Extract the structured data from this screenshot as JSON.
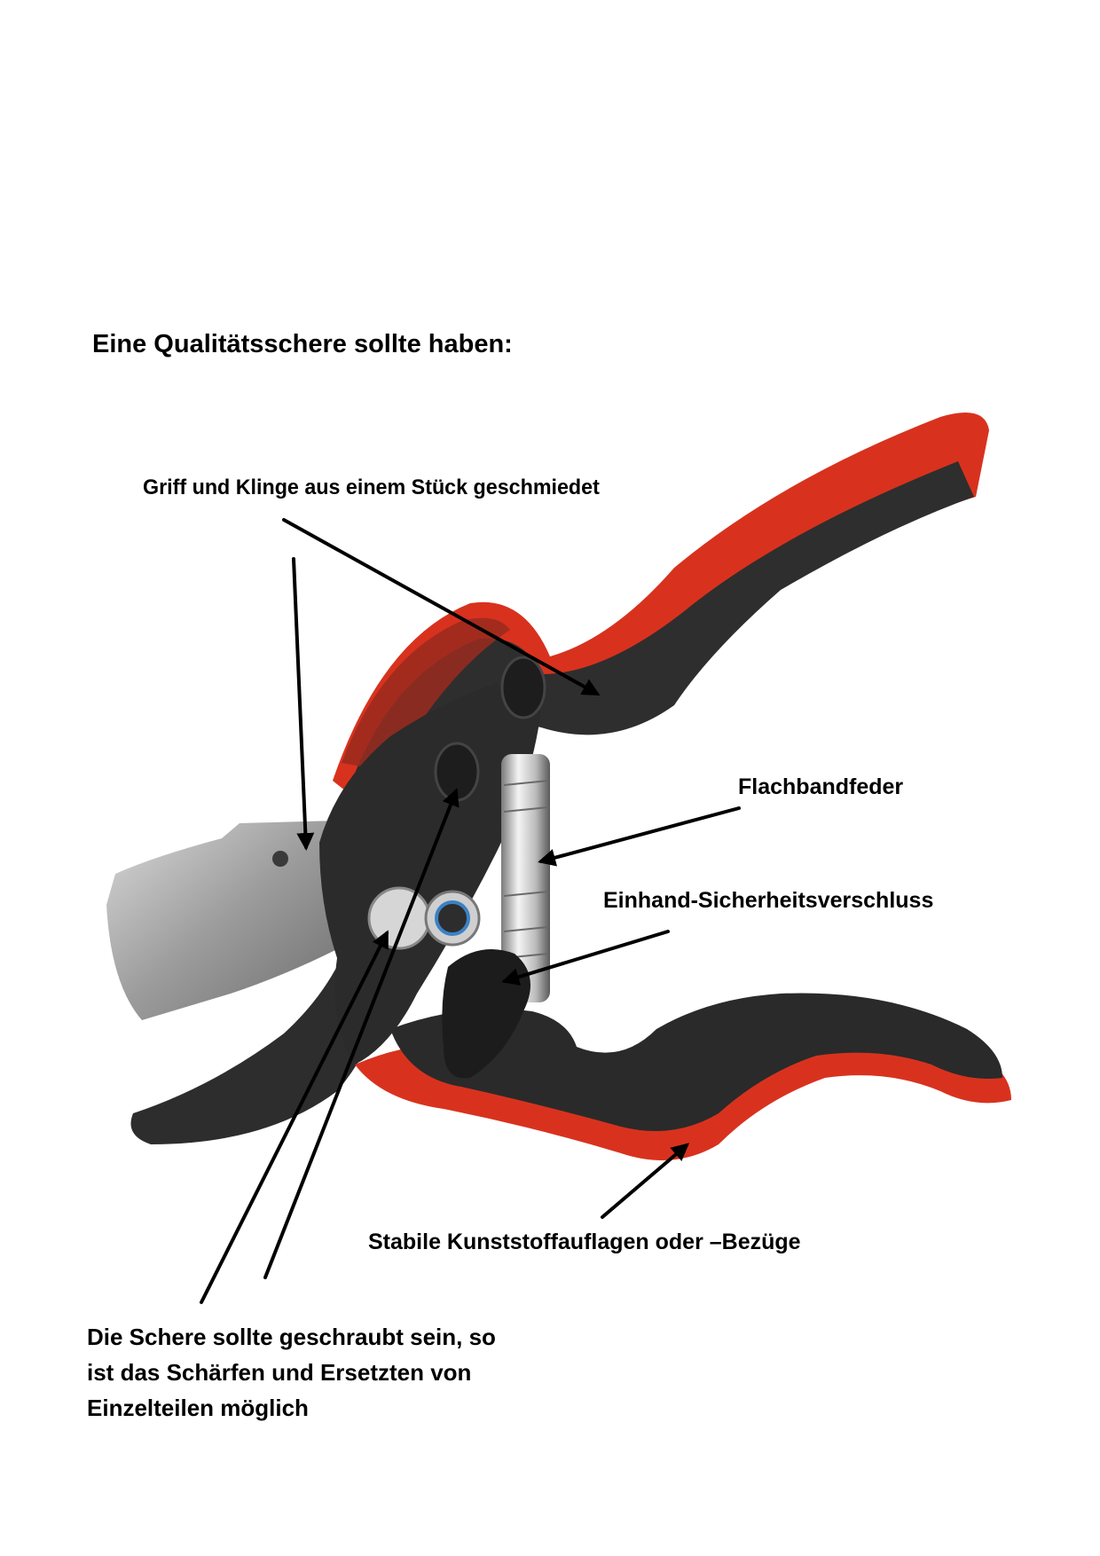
{
  "title": "Eine Qualitätsschere sollte haben:",
  "labels": {
    "griff": "Griff und Klinge aus einem Stück geschmiedet",
    "flachbandfeder": "Flachbandfeder",
    "einhand": "Einhand-Sicherheitsverschluss",
    "stabile": "Stabile Kunststoffauflagen oder –Bezüge",
    "schere_lines": [
      "Die Schere sollte geschraubt sein, so",
      "ist das Schärfen und Ersetzten von",
      "Einzelteilen möglich"
    ]
  },
  "image": {
    "subject": "pruning-shears",
    "colors": {
      "handle_red": "#d8321e",
      "handle_dark": "#2a2a2a",
      "blade_steel": "#a9a9a9",
      "arrow": "#000000"
    }
  }
}
